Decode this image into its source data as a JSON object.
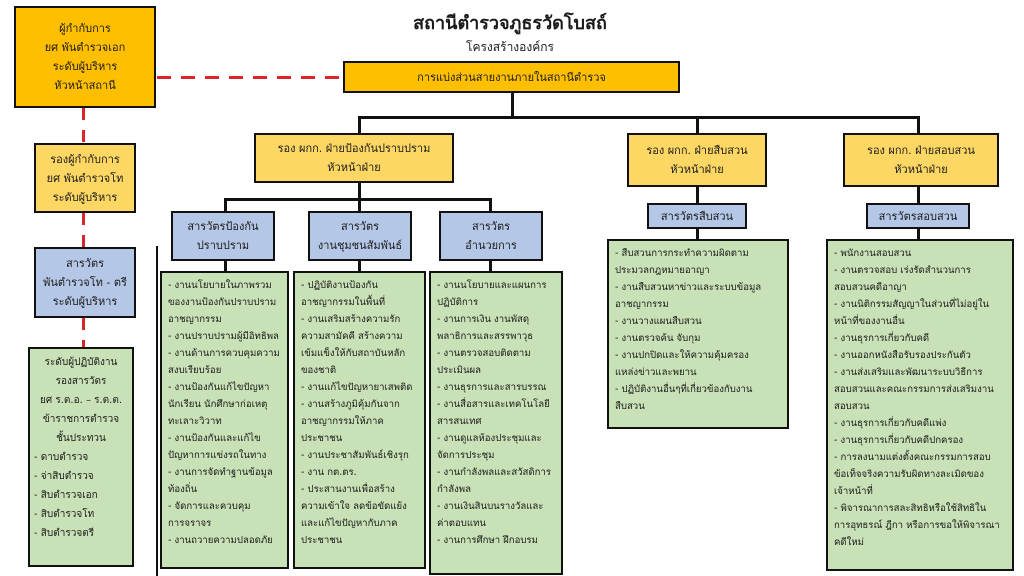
{
  "header": {
    "title": "สถานีตำรวจภูธรวัดโบสถ์",
    "subtitle": "โครงสร้างองค์กร"
  },
  "chief": {
    "lines": [
      "ผู้กำกับการ",
      "ยศ พันตำรวจเอก",
      "ระดับผู้บริหาร",
      "หัวหน้าสถานี"
    ]
  },
  "division_header": "การแบ่งส่วนสายงานภายในสถานีตำรวจ",
  "left_chain": {
    "deputy": [
      "รองผู้กำกับการ",
      "ยศ พันตำรวจโท",
      "ระดับผู้บริหาร"
    ],
    "inspector": [
      "สารวัตร",
      "พันตำรวจโท - ตรี",
      "ระดับผู้บริหาร"
    ],
    "operational": {
      "header": [
        "ระดับผู้ปฏิบัติงาน",
        "รองสารวัตร",
        "ยศ ร.ต.อ. – ร.ต.ต.",
        "ข้าราชการตำรวจ",
        "ชั้นประทวน"
      ],
      "ranks": [
        "- ดาบตำรวจ",
        "- จ่าสิบตำรวจ",
        "- สิบตำรวจเอก",
        "- สิบตำรวจโท",
        "- สิบตำรวจตรี"
      ]
    }
  },
  "branches": {
    "prevention": {
      "head": [
        "รอง ผกก. ฝ่ายป้องกันปราบปราม",
        "หัวหน้าฝ่าย"
      ],
      "units": [
        {
          "title": [
            "สารวัตรป้องกัน",
            "ปราบปราม"
          ],
          "duties": [
            "- งานนโยบายในภาพรวม",
            "ของงานป้องกันปราบปราม",
            "อาชญากรรม",
            "- งานปราบปรามผู้มีอิทธิพล",
            "- งานด้านการควบคุมความ",
            "สงบเรียบร้อย",
            "- งานป้องกันแก้ไขปัญหา",
            "นักเรียน นักศึกษาก่อเหตุ",
            "ทะเลาะวิวาท",
            "- งานป้องกันและแก้ไข",
            "ปัญหาการแข่งรถในทาง",
            "- งานการจัดทำฐานข้อมูล",
            "ท้องถิ่น",
            "- จัดการและควบคุม",
            "การจราจร",
            "- งานถวายความปลอดภัย"
          ]
        },
        {
          "title": [
            "สารวัตร",
            "งานชุมชนสัมพันธ์"
          ],
          "duties": [
            "- ปฏิบัติงานป้องกัน",
            "อาชญากรรมในพื้นที่",
            "- งานเสริมสร้างความรัก",
            "ความสามัคคี สร้างความ",
            "เข้มแข็งให้กับสถาบันหลัก",
            "ของชาติ",
            "- งานแก้ไขปัญหายาเสพติด",
            "- งานสร้างภูมิคุ้มกันจาก",
            "อาชญากรรมให้ภาค",
            "ประชาชน",
            "- งานประชาสัมพันธ์เชิงรุก",
            "- งาน กต.ตร.",
            "- ประสานงานเพื่อสร้าง",
            "ความเข้าใจ ลดข้อขัดแย้ง",
            "และแก้ไขปัญหากับภาค",
            "ประชาชน"
          ]
        },
        {
          "title": [
            "สารวัตร",
            "อำนวยการ"
          ],
          "duties": [
            "- งานนโยบายและแผนการ",
            "ปฏิบัติการ",
            "- งานการเงิน งานพัสดุ",
            "พลาธิการและสรรพาวุธ",
            "- งานตรวจสอบติดตาม",
            "ประเมินผล",
            "- งานธุรการและสารบรรณ",
            "- งานสื่อสารและเทคโนโลยี",
            "สารสนเทศ",
            "- งานดูแลห้องประชุมและ",
            "จัดการประชุม",
            "- งานกำลังพลและสวัสดิการ",
            "กำลังพล",
            "- งานเงินสินบนรางวัลและ",
            "ค่าตอบแทน",
            "- งานการศึกษา ฝึกอบรม"
          ]
        }
      ]
    },
    "investigation": {
      "head": [
        "รอง ผกก. ฝ่ายสืบสวน",
        "หัวหน้าฝ่าย"
      ],
      "unit_title": "สารวัตรสืบสวน",
      "duties": [
        "- สืบสวนการกระทำความผิดตาม",
        "ประมวลกฎหมายอาญา",
        "- งานสืบสวนหาข่าวและระบบข้อมูล",
        "อาชญากรรม",
        "- งานวางแผนสืบสวน",
        "- งานตรวจค้น จับกุม",
        "- งานปกปิดและให้ความคุ้มครอง",
        "แหล่งข่าวและพยาน",
        "- ปฏิบัติงานอื่นๆที่เกี่ยวข้องกับงาน",
        "สืบสวน"
      ]
    },
    "inquiry": {
      "head": [
        "รอง ผกก. ฝ่ายสอบสวน",
        "หัวหน้าฝ่าย"
      ],
      "unit_title": "สารวัตรสอบสวน",
      "duties": [
        "- พนักงานสอบสวน",
        "- งานตรวจสอบ เร่งรัดสำนวนการ",
        "สอบสวนคดีอาญา",
        "- งานนิติกรรมสัญญาในส่วนที่ไม่อยู่ใน",
        "หน้าที่ของงานอื่น",
        "- งานธุรการเกี่ยวกับคดี",
        "- งานออกหนังสือรับรองประกันตัว",
        "- งานส่งเสริมและพัฒนาระบบวิธีการ",
        "สอบสวนและคณะกรรมการส่งเสริมงาน",
        "สอบสวน",
        "- งานธุรการเกี่ยวกับคดีแพ่ง",
        "- งานธุรการเกี่ยวกับคดีปกครอง",
        "- การลงนามแต่งตั้งคณะกรรมการสอบ",
        "ข้อเท็จจริงความรับผิดทางละเมิดของ",
        "เจ้าหน้าที่",
        "- พิจารณาการสละสิทธิหรือใช้สิทธิใน",
        "การอุทธรณ์ ฎีกา หรือการขอให้พิจารณา",
        "คดีใหม่"
      ]
    }
  },
  "colors": {
    "chief_orange": "#fdbf00",
    "deputy_yellow": "#fdd764",
    "inspector_blue": "#b5c7e6",
    "duties_green": "#c9e1b6",
    "dashed_red": "#d9262a",
    "line_black": "#111111"
  }
}
